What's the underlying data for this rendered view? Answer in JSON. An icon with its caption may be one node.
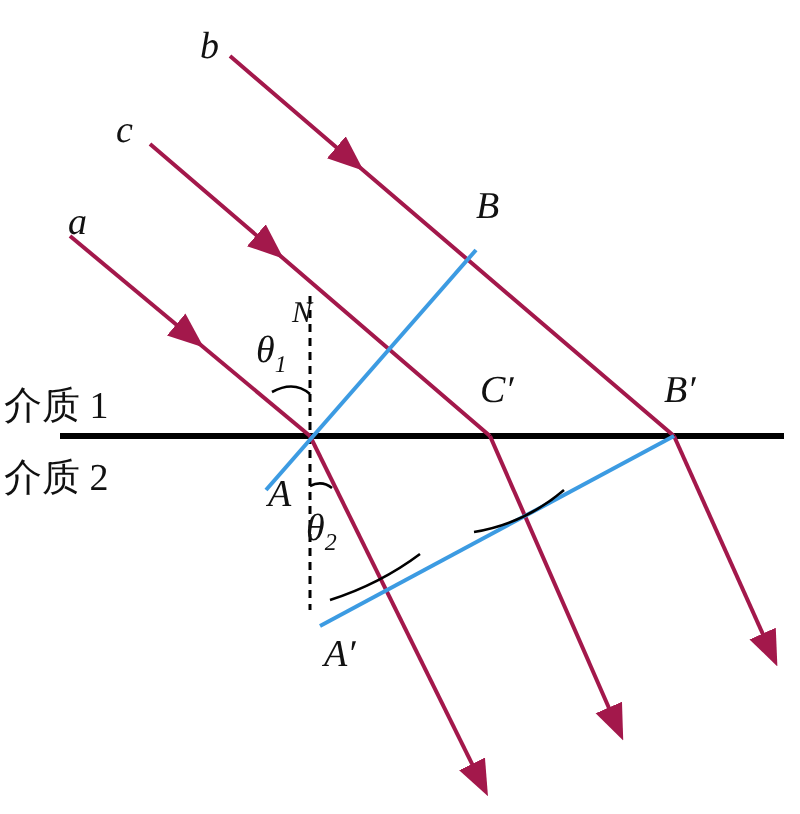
{
  "diagram": {
    "labels": [
      "b",
      "c",
      "a",
      "B",
      "N",
      "θ$_{1}$",
      "介质 1",
      "C′",
      "B′",
      "介质 2",
      "A",
      "θ$_{2}$",
      "A′"
    ]
  }
}
